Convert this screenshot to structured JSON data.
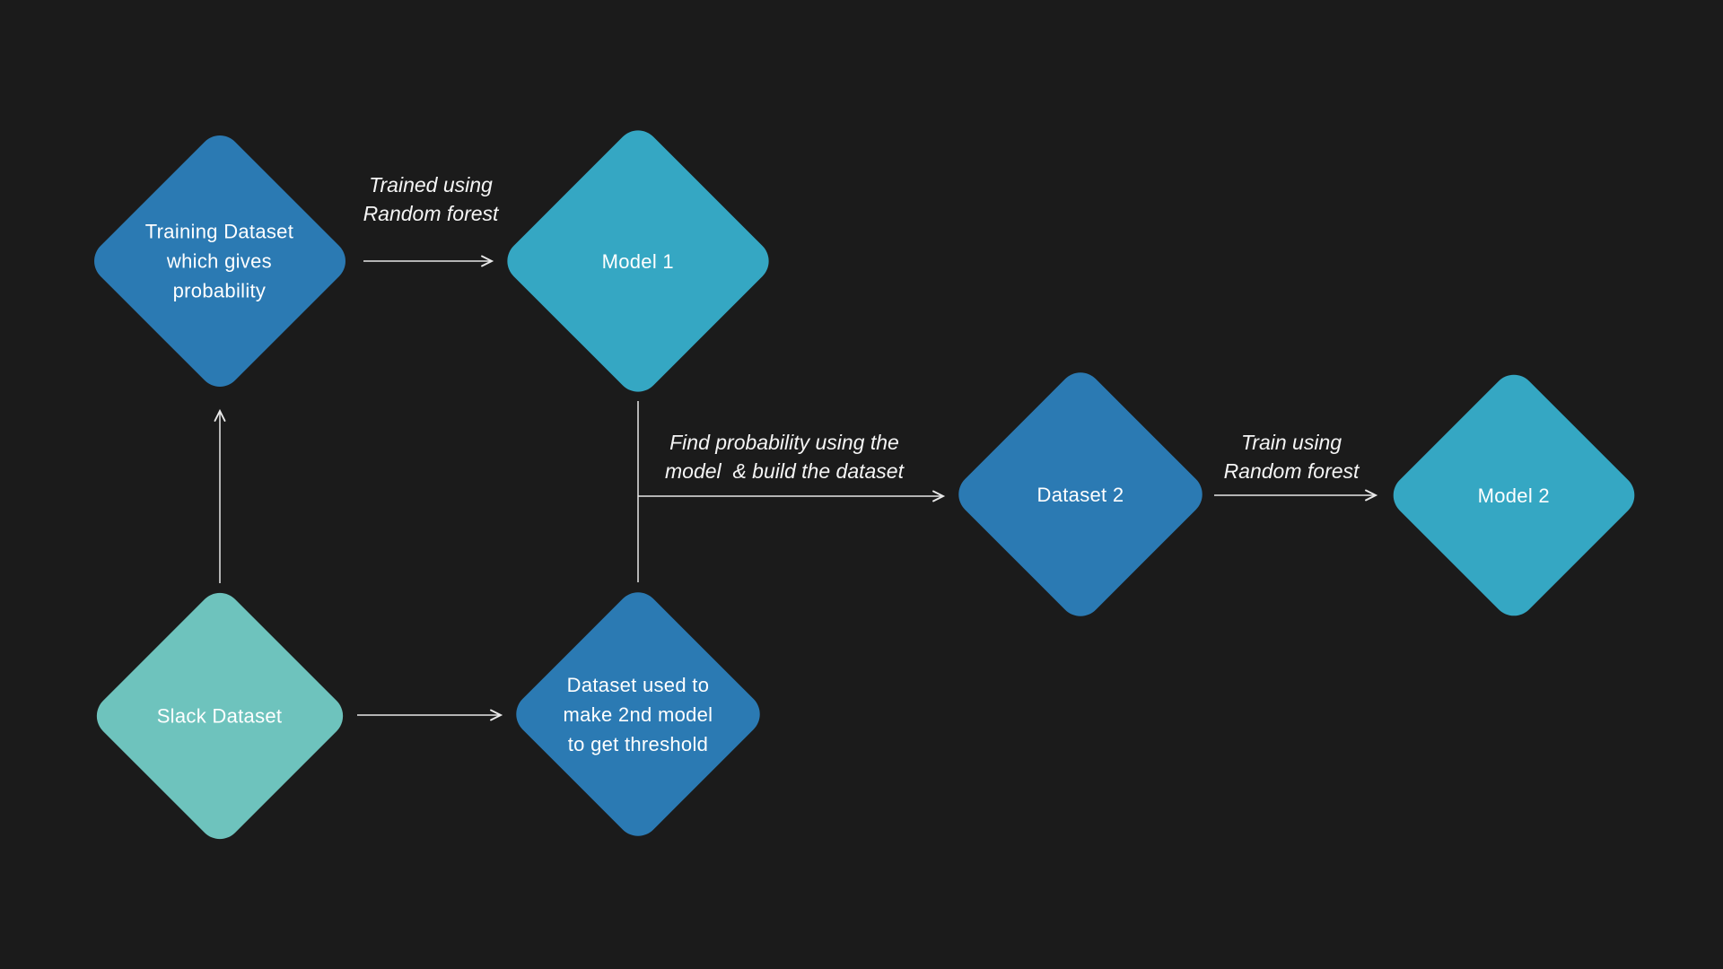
{
  "colors": {
    "background": "#1b1b1b",
    "node_blue": "#2b7ab3",
    "node_teal": "#35a7c3",
    "node_light_teal": "#6ec3bd",
    "connector": "#e8e8e8",
    "node_text": "#ffffff",
    "label_text": "#f5f5f5"
  },
  "nodes": {
    "training_dataset": {
      "lines": [
        "Training Dataset",
        "which gives",
        "probability"
      ]
    },
    "model_1": {
      "lines": [
        "Model 1"
      ]
    },
    "slack_dataset": {
      "lines": [
        "Slack Dataset"
      ]
    },
    "dataset_used": {
      "lines": [
        "Dataset used to",
        "make 2nd model",
        "to get threshold"
      ]
    },
    "dataset_2": {
      "lines": [
        "Dataset 2"
      ]
    },
    "model_2": {
      "lines": [
        "Model 2"
      ]
    }
  },
  "edge_labels": {
    "trained_using": {
      "lines": [
        "Trained using",
        "Random forest"
      ]
    },
    "find_probability": {
      "lines": [
        "Find probability using the",
        "model  & build the dataset"
      ]
    },
    "train_using": {
      "lines": [
        "Train using",
        "Random forest"
      ]
    }
  },
  "connections": [
    {
      "from": "slack_dataset",
      "to": "training_dataset",
      "label": ""
    },
    {
      "from": "training_dataset",
      "to": "model_1",
      "label": "Trained using Random forest"
    },
    {
      "from": "slack_dataset",
      "to": "dataset_used",
      "label": ""
    },
    {
      "from": "model_1",
      "to": "dataset_2",
      "label": "Find probability using the model  & build the dataset"
    },
    {
      "from": "dataset_used",
      "to": "dataset_2",
      "label": "Find probability using the model  & build the dataset"
    },
    {
      "from": "dataset_2",
      "to": "model_2",
      "label": "Train using Random forest"
    }
  ]
}
